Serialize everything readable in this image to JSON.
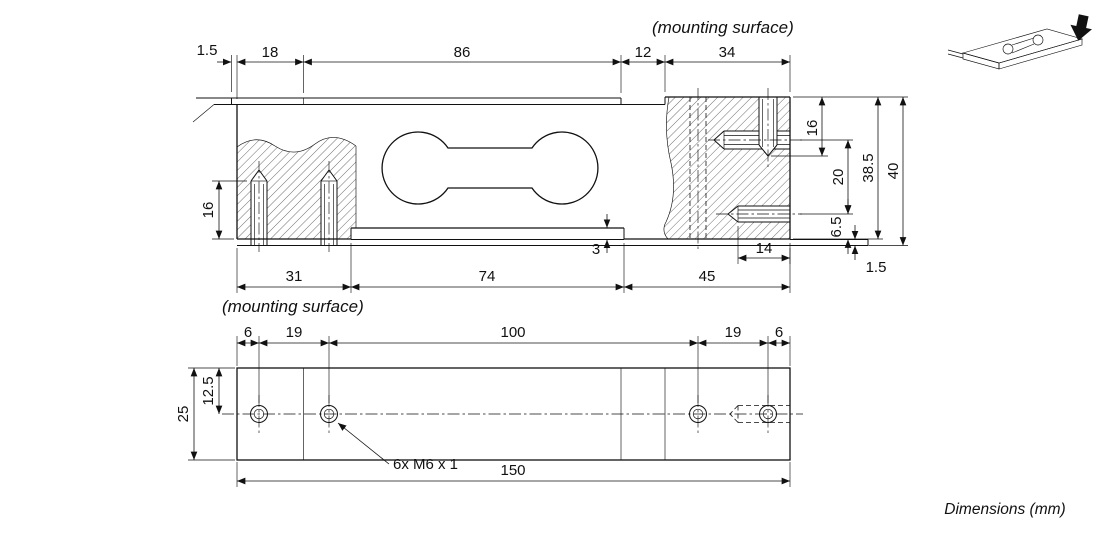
{
  "colors": {
    "line": "#111111",
    "background": "#ffffff"
  },
  "side": {
    "mounting_top": "(mounting surface)",
    "mounting_bottom": "(mounting surface)",
    "top_chain": [
      "1.5",
      "18",
      "86",
      "12",
      "34"
    ],
    "bottom_chain": [
      "31",
      "74",
      "45"
    ],
    "left_thread_depth": "16",
    "stud_height": "16",
    "hole_spacing": "20",
    "height_minor": "38.5",
    "height_total": "40",
    "axis_to_bottom": "6.5",
    "thread_length": "14",
    "plate_thickness": "1.5",
    "recess": "3"
  },
  "plan": {
    "top_chain": [
      "6",
      "19",
      "100",
      "19",
      "6"
    ],
    "hole_offset": "12.5",
    "width": "25",
    "length": "150",
    "thread_note": "6x M6 x 1"
  },
  "footer": {
    "note": "Dimensions (mm)"
  }
}
